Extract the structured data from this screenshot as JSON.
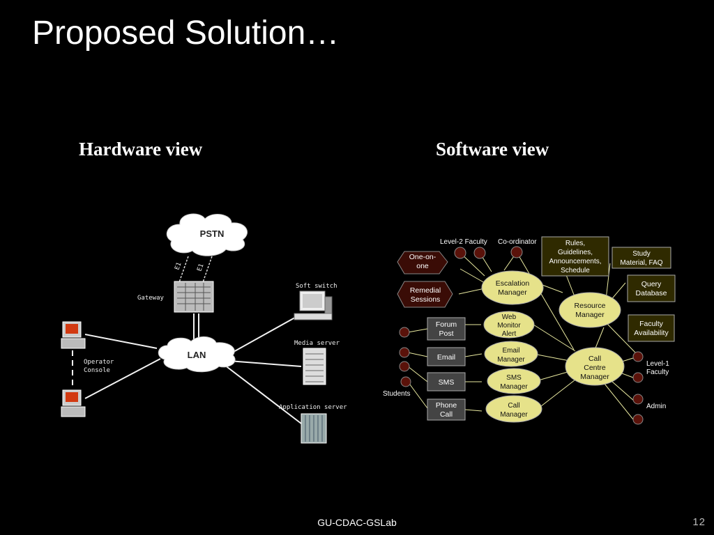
{
  "slide": {
    "title": "Proposed Solution…",
    "footer": "GU-CDAC-GSLab",
    "page_number": "12"
  },
  "hardware_view": {
    "heading": "Hardware view",
    "pstn": "PSTN",
    "lan": "LAN",
    "gateway": "Gateway",
    "soft_switch": "Soft switch",
    "media_server": "Media server",
    "application_server": "Application server",
    "operator_console": [
      "Operator",
      "Console"
    ],
    "link_labels": [
      "E1",
      "E1"
    ]
  },
  "software_view": {
    "heading": "Software view",
    "labels": {
      "level2_faculty": "Level-2 Faculty",
      "coordinator": "Co-ordinator",
      "students": "Students",
      "level1_faculty": [
        "Level-1",
        "Faculty"
      ],
      "admin": "Admin"
    },
    "hexagons": {
      "one_on_one": [
        "One-on-",
        "one"
      ],
      "remedial_sessions": [
        "Remedial",
        "Sessions"
      ]
    },
    "channel_boxes": {
      "forum_post": [
        "Forum",
        "Post"
      ],
      "email": [
        "Email"
      ],
      "sms": [
        "SMS"
      ],
      "phone_call": [
        "Phone",
        "Call"
      ]
    },
    "managers": {
      "escalation": [
        "Escalation",
        "Manager"
      ],
      "web_monitor": [
        "Web",
        "Monitor",
        "Alert"
      ],
      "email": [
        "Email",
        "Manager"
      ],
      "sms": [
        "SMS",
        "Manager"
      ],
      "call": [
        "Call",
        "Manager"
      ],
      "resource": [
        "Resource",
        "Manager"
      ],
      "call_centre": [
        "Call",
        "Centre",
        "Manager"
      ]
    },
    "resource_boxes": {
      "rules": [
        "Rules,",
        "Guidelines,",
        "Announcements,",
        "Schedule"
      ],
      "study_material": [
        "Study",
        "Material, FAQ"
      ],
      "query_database": [
        "Query",
        "Database"
      ],
      "faculty_availability": [
        "Faculty",
        "Availability"
      ]
    },
    "colors": {
      "ellipse_fill": "#e6e28a",
      "actor_fill": "#5a120a",
      "box_fill": "#444444",
      "resource_box_fill": "#2f2a00",
      "hexagon_fill": "#3a0c06",
      "connector": "#eaeaa0"
    }
  }
}
